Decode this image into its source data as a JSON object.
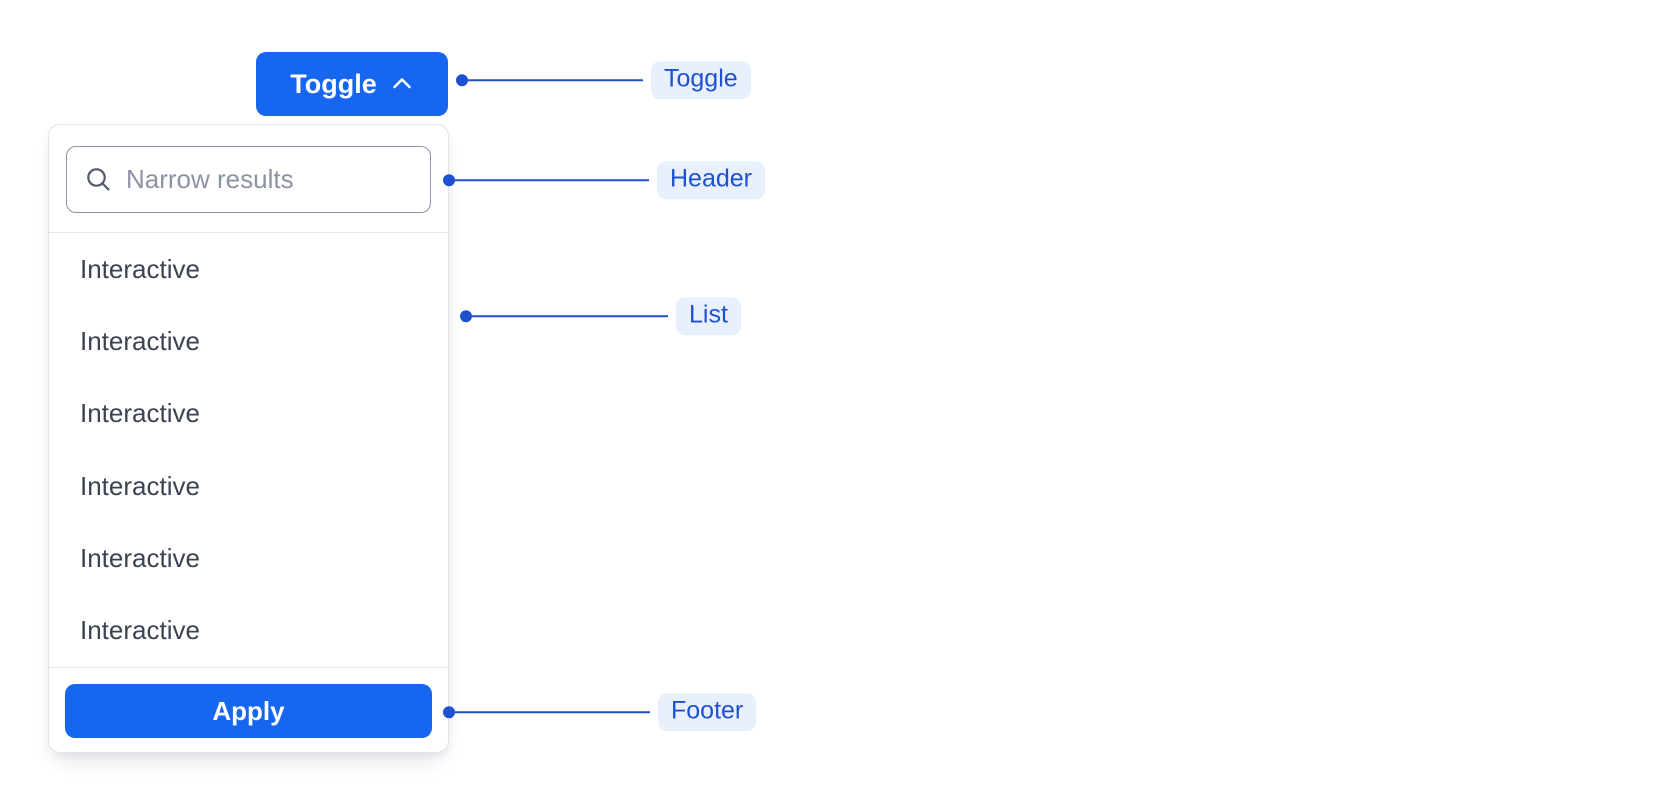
{
  "toggle_button": {
    "label": "Toggle",
    "icon": "chevron-up-icon"
  },
  "popover": {
    "header": {
      "search_placeholder": "Narrow results",
      "icon": "search-icon"
    },
    "list": {
      "items": [
        {
          "label": "Interactive"
        },
        {
          "label": "Interactive"
        },
        {
          "label": "Interactive"
        },
        {
          "label": "Interactive"
        },
        {
          "label": "Interactive"
        },
        {
          "label": "Interactive"
        }
      ]
    },
    "footer": {
      "apply_label": "Apply"
    }
  },
  "annotations": [
    {
      "label": "Toggle"
    },
    {
      "label": "Header"
    },
    {
      "label": "List"
    },
    {
      "label": "Footer"
    }
  ],
  "colors": {
    "primary_blue": "#1766f0",
    "annotation_blue": "#1d51cf",
    "annotation_pill_bg": "#e9f0fd",
    "panel_border": "#e2e4e9",
    "divider": "#e5e7ec",
    "input_border": "#8d94a5",
    "placeholder_text": "#8c93a3",
    "item_text": "#3c4353",
    "icon_gray": "#515a6b",
    "background": "#ffffff"
  }
}
